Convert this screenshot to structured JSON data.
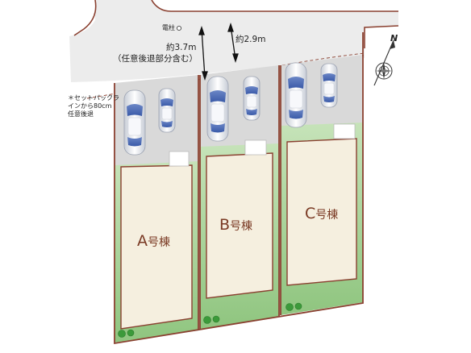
{
  "map": {
    "labels": {
      "pole": "電柱",
      "width_a": "約3.7m",
      "width_a_note": "（任意後退部分含む）",
      "width_b": "約2.9m",
      "setback_line1": "＊セットバックラ",
      "setback_line2": "インから80cm",
      "setback_line3": "任意後退"
    },
    "compass": {
      "label": "N"
    },
    "units": [
      {
        "letter": "A",
        "suffix": "号棟"
      },
      {
        "letter": "B",
        "suffix": "号棟"
      },
      {
        "letter": "C",
        "suffix": "号棟"
      }
    ],
    "colors": {
      "road": "#ebebeb",
      "parking": "#dedede",
      "garden": "#a9d49b",
      "building": "#f5efdf",
      "boundary": "#8a4030",
      "label": "#7a3a24"
    }
  }
}
